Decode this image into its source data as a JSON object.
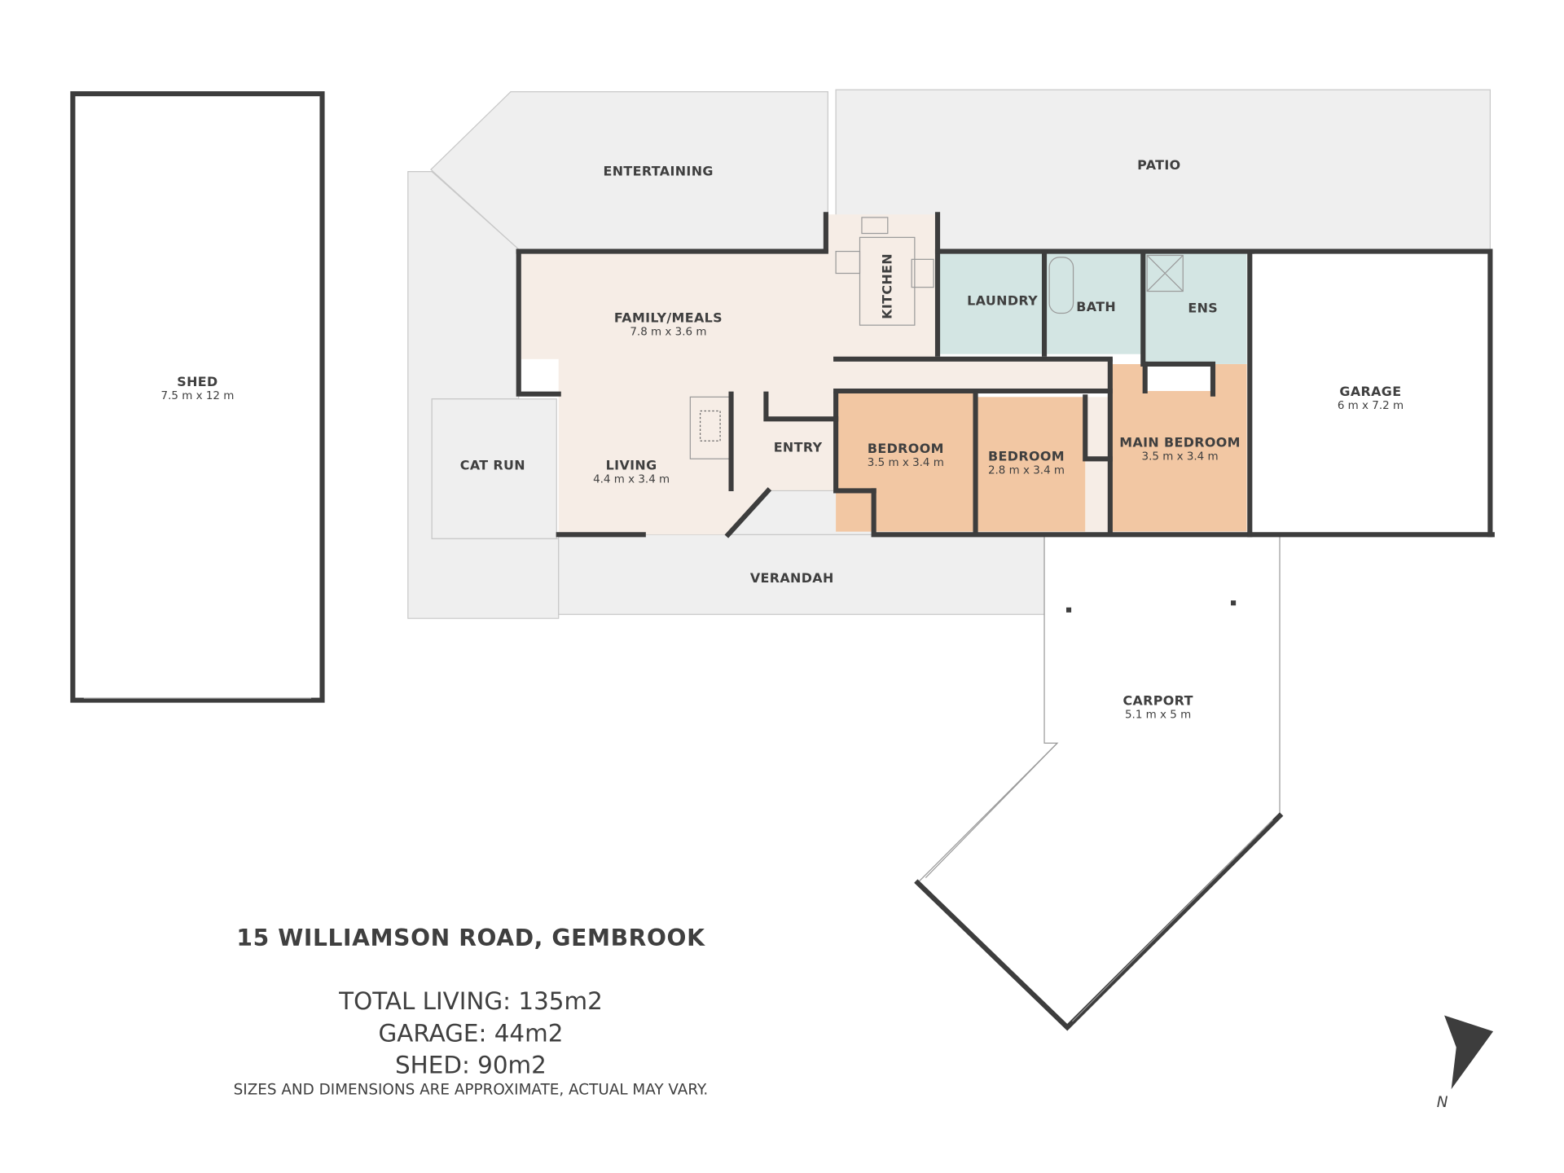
{
  "rooms": {
    "shed": {
      "label": "SHED",
      "dims": "7.5 m x 12 m"
    },
    "entertaining": {
      "label": "ENTERTAINING"
    },
    "patio": {
      "label": "PATIO"
    },
    "family_meals": {
      "label": "FAMILY/MEALS",
      "dims": "7.8 m x 3.6 m"
    },
    "kitchen": {
      "label": "KITCHEN"
    },
    "laundry": {
      "label": "LAUNDRY"
    },
    "bath": {
      "label": "BATH"
    },
    "ens": {
      "label": "ENS"
    },
    "garage": {
      "label": "GARAGE",
      "dims": "6 m x 7.2 m"
    },
    "cat_run": {
      "label": "CAT RUN"
    },
    "living": {
      "label": "LIVING",
      "dims": "4.4 m x 3.4 m"
    },
    "entry": {
      "label": "ENTRY"
    },
    "bedroom1": {
      "label": "BEDROOM",
      "dims": "3.5 m x 3.4 m"
    },
    "bedroom2": {
      "label": "BEDROOM",
      "dims": "2.8 m x 3.4 m"
    },
    "main_bedroom": {
      "label": "MAIN BEDROOM",
      "dims": "3.5 m x 3.4 m"
    },
    "verandah": {
      "label": "VERANDAH"
    },
    "carport": {
      "label": "CARPORT",
      "dims": "5.1 m x 5 m"
    }
  },
  "info": {
    "address": "15 WILLIAMSON ROAD, GEMBROOK",
    "total_living": "TOTAL LIVING: 135m2",
    "garage": "GARAGE: 44m2",
    "shed": "SHED: 90m2",
    "disclaimer": "SIZES AND DIMENSIONS ARE APPROXIMATE, ACTUAL MAY VARY."
  },
  "compass": {
    "label": "N",
    "icon": "north-arrow-icon"
  },
  "colors": {
    "wall": "#3d3d3d",
    "outdoor": "#efefef",
    "living": "#f6ede6",
    "wet": "#d3e5e3",
    "bedroom": "#f2c7a3"
  }
}
